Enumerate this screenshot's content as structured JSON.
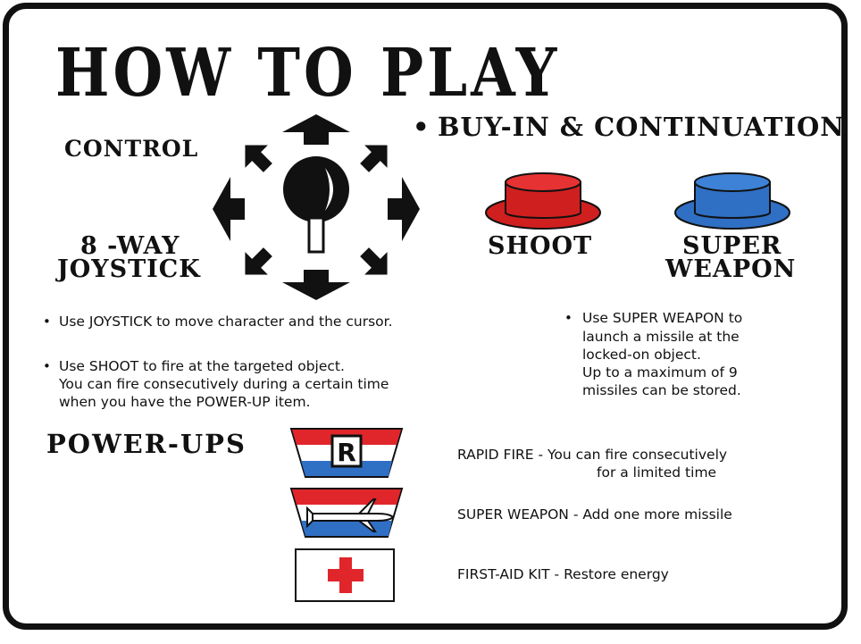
{
  "title": "HOW TO PLAY",
  "control": {
    "label": "CONTROL",
    "joystick_line_1": "8 -WAY",
    "joystick_line_2": "JOYSTICK",
    "icon": "joystick-icon"
  },
  "buy_in": {
    "bullet": "•",
    "heading": "BUY-IN & CONTINUATION"
  },
  "buttons": {
    "shoot": {
      "label": "SHOOT",
      "color": "#d01f1f",
      "icon": "red-button-icon"
    },
    "super_weapon": {
      "label_line_1": "SUPER",
      "label_line_2": "WEAPON",
      "color": "#2f6fc4",
      "icon": "blue-button-icon"
    }
  },
  "instructions": {
    "bullet": "•",
    "joystick": "Use JOYSTICK to move character and the cursor.",
    "shoot_lines": [
      "Use SHOOT to fire at the targeted object.",
      "You can fire consecutively during a certain time",
      "when you have the POWER-UP item."
    ],
    "super_weapon_lines": [
      "Use SUPER WEAPON to",
      "launch a missile at the",
      "locked-on object.",
      "Up to a maximum of 9",
      "missiles can be stored."
    ]
  },
  "power_ups": {
    "heading": "POWER-UPS",
    "items": [
      {
        "icon_letter": "R",
        "icon": "rapid-fire-icon",
        "desc_line_1": "RAPID FIRE - You can fire consecutively",
        "desc_line_2": "for a limited time"
      },
      {
        "icon": "missile-icon",
        "desc_line_1": "SUPER WEAPON - Add one more missile"
      },
      {
        "icon": "red-cross-icon",
        "desc_line_1": "FIRST-AID KIT - Restore energy"
      }
    ]
  },
  "colors": {
    "ink": "#111111",
    "red": "#e0262b",
    "blue": "#2f6fc4",
    "white": "#ffffff"
  }
}
